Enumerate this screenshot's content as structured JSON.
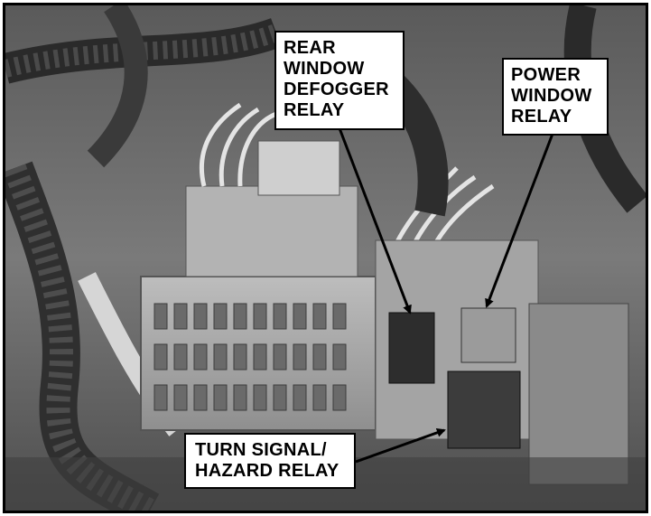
{
  "callouts": {
    "rear_window_defogger_relay": "REAR\nWINDOW\nDEFOGGER\nRELAY",
    "power_window_relay": "POWER\nWINDOW\nRELAY",
    "turn_signal_hazard_relay": "TURN SIGNAL/\nHAZARD RELAY"
  },
  "colors": {
    "label_background": "#ffffff",
    "label_border": "#000000",
    "arrow": "#000000"
  }
}
